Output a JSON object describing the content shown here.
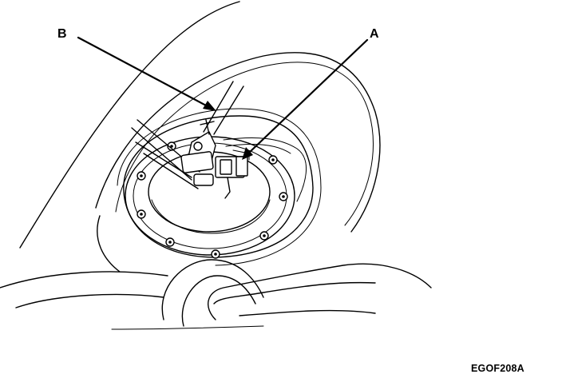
{
  "callouts": {
    "b": "B",
    "a": "A"
  },
  "figure_code": "EGOF208A",
  "colors": {
    "ink": "#000000",
    "paper": "#ffffff"
  }
}
